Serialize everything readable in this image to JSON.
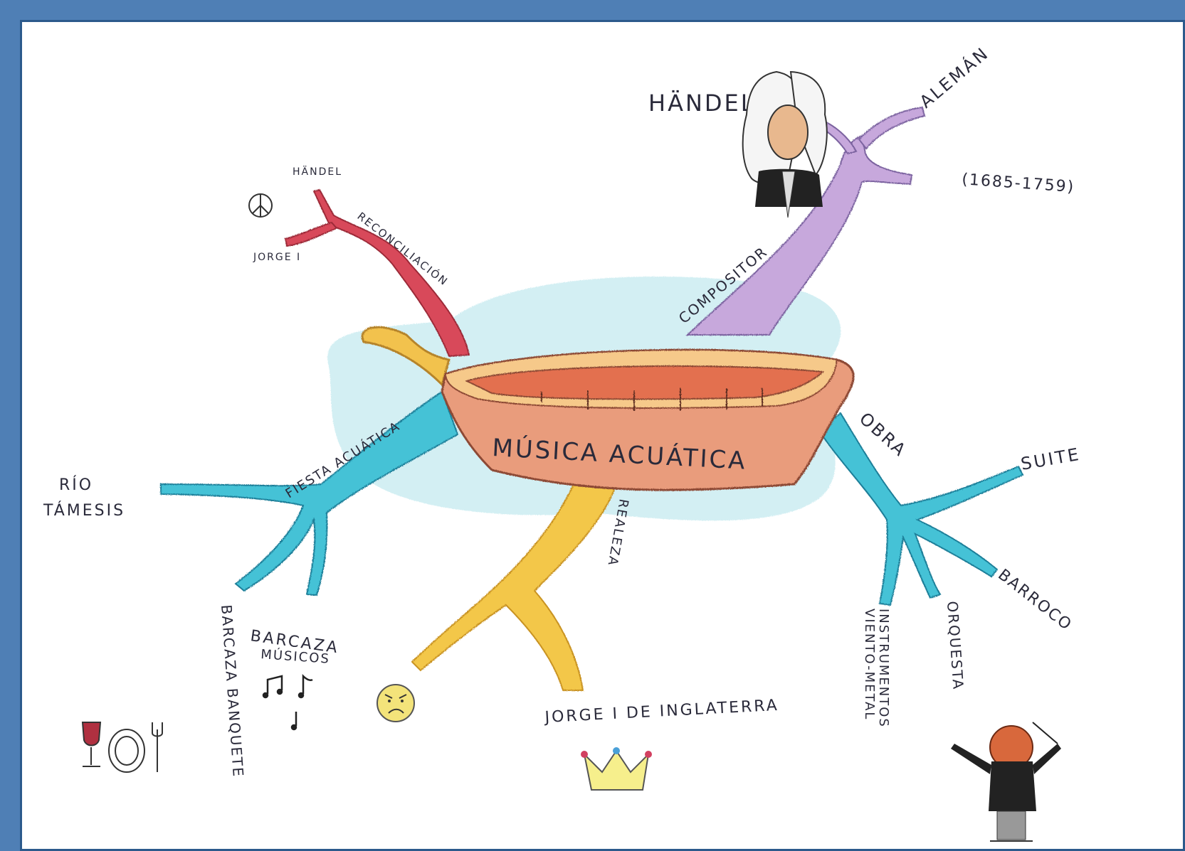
{
  "center": {
    "label": "MÚSICA ACUÁTICA"
  },
  "branches": {
    "composer": {
      "label": "COMPOSITOR",
      "color": "#c3a3d8",
      "leaves": {
        "aleman": "ALEMÁN",
        "dates": "(1685-1759)",
        "handel": "HÄNDEL"
      }
    },
    "reconciliation": {
      "label": "RECONCILIACIÓN",
      "color": "#d04050",
      "leaves": {
        "handel": "HÄNDEL",
        "jorge": "JORGE I"
      }
    },
    "party": {
      "label": "FIESTA ACUÁTICA",
      "color": "#3cbcd0",
      "leaves": {
        "rio_line1": "RÍO",
        "rio_line2": "TÁMESIS",
        "barcaza_banquete": "BARCAZA BANQUETE",
        "barcaza_musicos_line1": "BARCAZA",
        "barcaza_musicos_line2": "MÚSICOS"
      }
    },
    "royalty": {
      "label": "REALEZA",
      "color": "#f0c040",
      "leaves": {
        "jorge": "JORGE I DE INGLATERRA"
      }
    },
    "work": {
      "label": "OBRA",
      "color": "#3cbcd0",
      "leaves": {
        "suite": "SUITE",
        "barroco": "BARROCO",
        "orquesta": "ORQUESTA",
        "instrumentos_line1": "INSTRUMENTOS",
        "instrumentos_line2": "VIENTO-METAL"
      }
    }
  },
  "icons": [
    "handel-portrait-icon",
    "peace-sign-icon",
    "wine-glass-icon",
    "plate-icon",
    "fork-icon",
    "music-notes-icon",
    "angry-face-icon",
    "crown-icon",
    "conductor-icon"
  ]
}
